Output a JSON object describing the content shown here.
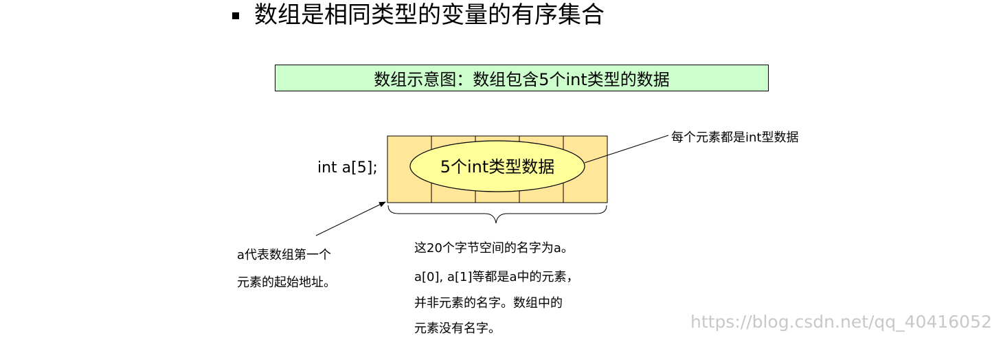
{
  "heading": "数组是相同类型的变量的有序集合",
  "caption": "数组示意图：数组包含5个int类型的数据",
  "declaration": "int a[5];",
  "array": {
    "cells": 5,
    "fill_color": "#ffe699",
    "ellipse_fill": "#ffff99",
    "ellipse_label": "5个int类型数据"
  },
  "element_note": "每个元素都是int型数据",
  "name_note": {
    "lines": [
      "a代表数组第一个",
      "元素的起始地址。"
    ]
  },
  "space_note": {
    "lines": [
      "这20个字节空间的名字为a。",
      "a[0], a[1]等都是a中的元素，",
      "并非元素的名字。数组中的",
      "元素没有名字。"
    ]
  },
  "watermark": "https://blog.csdn.net/qq_40416052",
  "colors": {
    "caption_bg": "#ccffcc",
    "watermark": "#c8c8c8"
  }
}
